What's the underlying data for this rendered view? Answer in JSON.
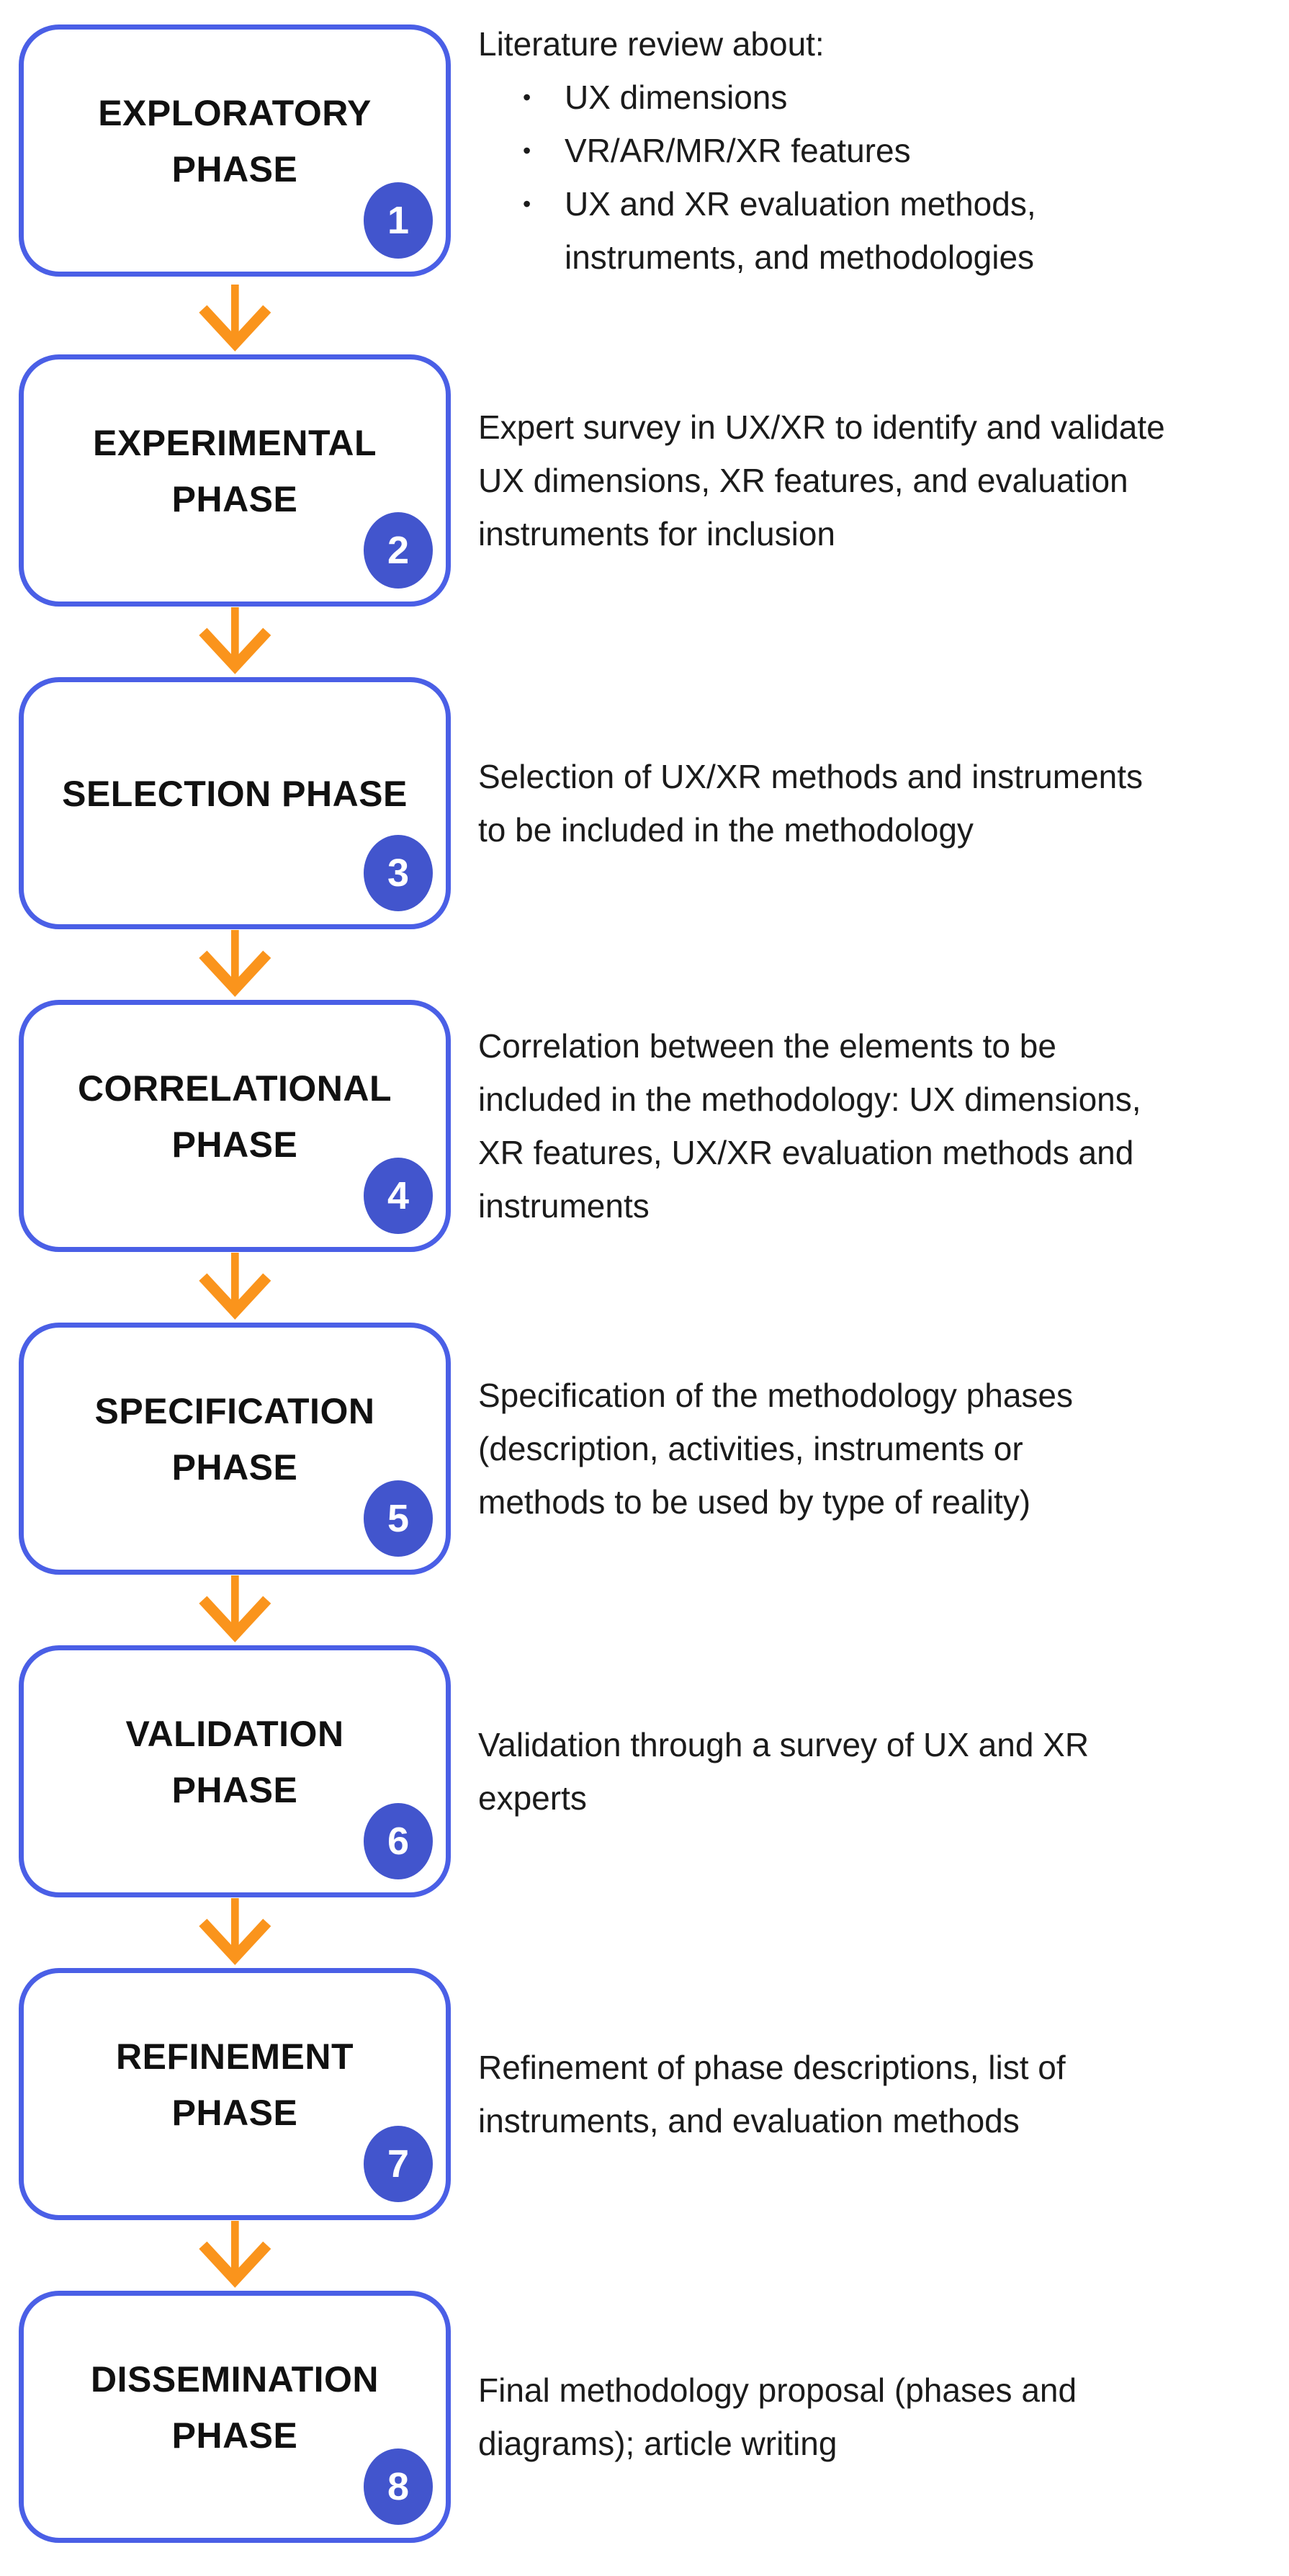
{
  "colors": {
    "box_border": "#4a5fe6",
    "badge_fill": "#4255cd",
    "arrow": "#fa941c",
    "title_text": "#111111",
    "body_text": "#1b1b1b",
    "background": "#ffffff"
  },
  "icons": {
    "flow_connector": "down-arrow-icon",
    "list_marker": "bullet-icon"
  },
  "phases": [
    {
      "number": "1",
      "title_lines": [
        "EXPLORATORY",
        "PHASE"
      ],
      "intro": "Literature review about:",
      "bullets": [
        [
          "UX dimensions"
        ],
        [
          "VR/AR/MR/XR features"
        ],
        [
          "UX and XR evaluation methods,",
          "instruments, and methodologies"
        ]
      ]
    },
    {
      "number": "2",
      "title_lines": [
        "EXPERIMENTAL",
        "PHASE"
      ],
      "description_lines": [
        "Expert survey in UX/XR to identify and validate",
        "UX dimensions, XR features, and evaluation",
        "instruments for inclusion"
      ]
    },
    {
      "number": "3",
      "title_lines": [
        "SELECTION PHASE"
      ],
      "description_lines": [
        "Selection of UX/XR methods and instruments",
        "to be included in the methodology"
      ]
    },
    {
      "number": "4",
      "title_lines": [
        "CORRELATIONAL",
        "PHASE"
      ],
      "description_lines": [
        "Correlation between the elements to be",
        "included in the methodology: UX dimensions,",
        "XR features, UX/XR evaluation methods and",
        "instruments"
      ]
    },
    {
      "number": "5",
      "title_lines": [
        "SPECIFICATION",
        "PHASE"
      ],
      "description_lines": [
        "Specification of the methodology phases",
        "(description, activities, instruments or",
        "methods to be used by type of reality)"
      ]
    },
    {
      "number": "6",
      "title_lines": [
        "VALIDATION",
        "PHASE"
      ],
      "description_lines": [
        "Validation through a survey of UX and XR",
        "experts"
      ]
    },
    {
      "number": "7",
      "title_lines": [
        "REFINEMENT",
        "PHASE"
      ],
      "description_lines": [
        "Refinement of phase descriptions, list of",
        "instruments, and evaluation methods"
      ]
    },
    {
      "number": "8",
      "title_lines": [
        "DISSEMINATION",
        "PHASE"
      ],
      "description_lines": [
        "Final methodology proposal (phases and",
        "diagrams); article writing"
      ]
    }
  ]
}
